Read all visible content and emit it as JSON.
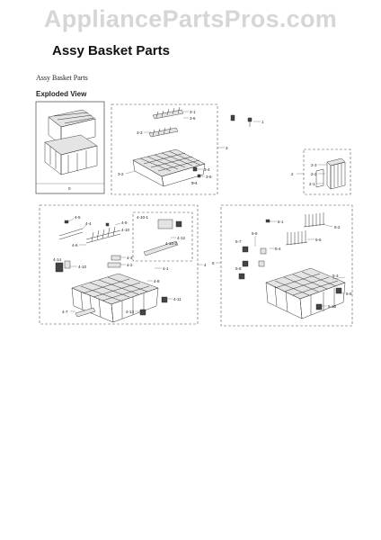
{
  "watermark": "AppliancePartsPros.com",
  "page_title": "Assy Basket Parts",
  "subtitle": "Assy Basket Parts",
  "section_heading": "Exploded View",
  "callouts": {
    "c0": "0",
    "c1": "1",
    "c2": "2",
    "c2_1": "2-1",
    "c2_2": "2-2",
    "c2_3": "2-3",
    "c3": "3",
    "c3_1": "3-1",
    "c3_2": "3-2",
    "c3_3": "3-3",
    "c3_4": "3-4",
    "c3_5": "3-5",
    "c3_6": "3-6",
    "c4": "4",
    "c4_1": "4-1",
    "c4_2": "4-2",
    "c4_3": "4-3",
    "c4_4": "4-4",
    "c4_5": "4-5",
    "c4_6": "4-6",
    "c4_7": "4-7",
    "c4_8": "4-8",
    "c4_9": "4-9",
    "c4_10": "4-10",
    "c4_10_1": "4-10-1",
    "c4_10_2": "4-10-2",
    "c4_11": "4-11",
    "c4_12": "4-12",
    "c4_13": "4-13",
    "c4_14": "4-14",
    "c5": "5",
    "c5_1": "5-1",
    "c5_2": "5-2",
    "c5_3": "5-3",
    "c5_4": "5-4",
    "c5_5": "5-5",
    "c5_6": "5-6",
    "c5_7": "5-7",
    "c5_8": "5-8",
    "c5_9": "5-9",
    "c5_10": "5-10"
  }
}
